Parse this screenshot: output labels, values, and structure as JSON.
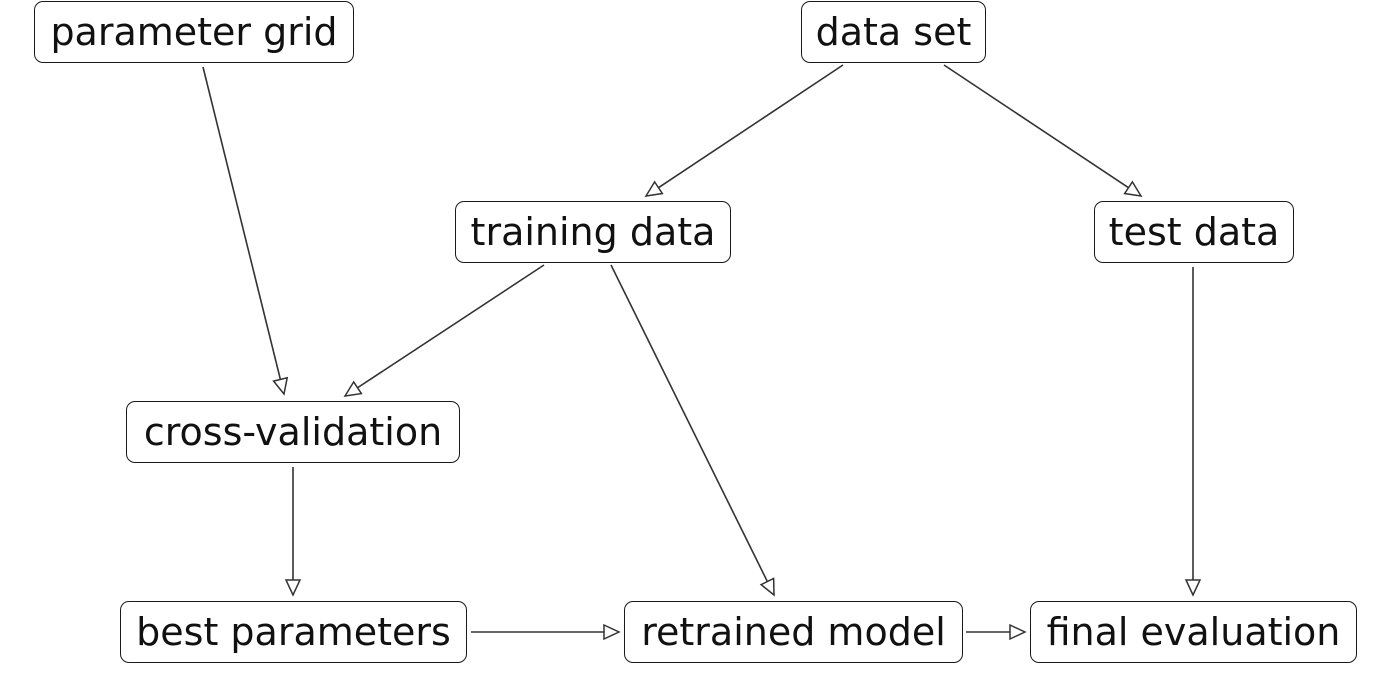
{
  "nodes": {
    "parameter_grid": "parameter grid",
    "data_set": "data set",
    "training_data": "training data",
    "test_data": "test data",
    "cross_validation": "cross-validation",
    "best_parameters": "best parameters",
    "retrained_model": "retrained model",
    "final_evaluation": "final evaluation"
  },
  "edges": [
    {
      "from": "data_set",
      "to": "training_data"
    },
    {
      "from": "data_set",
      "to": "test_data"
    },
    {
      "from": "parameter_grid",
      "to": "cross_validation"
    },
    {
      "from": "training_data",
      "to": "cross_validation"
    },
    {
      "from": "training_data",
      "to": "retrained_model"
    },
    {
      "from": "test_data",
      "to": "final_evaluation"
    },
    {
      "from": "cross_validation",
      "to": "best_parameters"
    },
    {
      "from": "best_parameters",
      "to": "retrained_model"
    },
    {
      "from": "retrained_model",
      "to": "final_evaluation"
    }
  ],
  "colors": {
    "node_border": "#1a1a1a",
    "edge": "#333333",
    "background": "#ffffff"
  }
}
